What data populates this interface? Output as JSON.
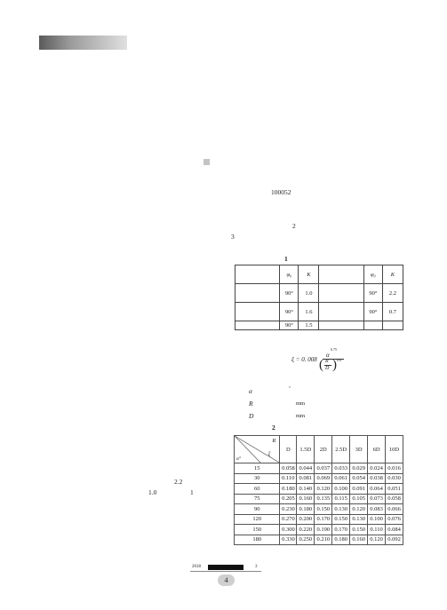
{
  "header": {
    "bar_label": ""
  },
  "body_text": {
    "postcode": "100052",
    "ref_2": "2",
    "ref_3": "3",
    "left_22": "2.2",
    "left_10": "1.0",
    "left_1": "1"
  },
  "table1": {
    "caption": "1",
    "header_phi": "φ₀",
    "header_k": "K",
    "rows": [
      {
        "a": "90°",
        "b": "1.0",
        "c": "90°",
        "d": "2.2"
      },
      {
        "a": "90°",
        "b": "1.6",
        "c": "90°",
        "d": "0.7"
      },
      {
        "a": "90°",
        "b": "1.5",
        "c": "",
        "d": ""
      }
    ]
  },
  "formula": {
    "lhs": "ξ = 0. 008",
    "numerator": "α",
    "numerator_exp": "0.75",
    "denominator_top": "R",
    "denominator_bottom": "D",
    "denominator_exp": "0.6"
  },
  "legend": {
    "alpha_sym": "α",
    "alpha_unit": "°",
    "r_sym": "R",
    "r_unit": "mm",
    "d_sym": "D",
    "d_unit": "mm"
  },
  "table2": {
    "caption": "2",
    "corner_r": "R",
    "corner_alpha": "α°",
    "corner_xi": "ξ",
    "columns": [
      "D",
      "1.5D",
      "2D",
      "2.5D",
      "3D",
      "6D",
      "10D"
    ],
    "rows": [
      {
        "alpha": "15",
        "vals": [
          "0.058",
          "0.044",
          "0.037",
          "0.033",
          "0.029",
          "0.024",
          "0.016"
        ]
      },
      {
        "alpha": "30",
        "vals": [
          "0.110",
          "0.081",
          "0.069",
          "0.061",
          "0.054",
          "0.038",
          "0.030"
        ]
      },
      {
        "alpha": "60",
        "vals": [
          "0.180",
          "0.140",
          "0.120",
          "0.100",
          "0.091",
          "0.064",
          "0.051"
        ]
      },
      {
        "alpha": "75",
        "vals": [
          "0.205",
          "0.160",
          "0.135",
          "0.115",
          "0.105",
          "0.073",
          "0.058"
        ]
      },
      {
        "alpha": "90",
        "vals": [
          "0.230",
          "0.180",
          "0.150",
          "0.130",
          "0.120",
          "0.083",
          "0.066"
        ]
      },
      {
        "alpha": "120",
        "vals": [
          "0.270",
          "0.200",
          "0.170",
          "0.150",
          "0.130",
          "0.100",
          "0.076"
        ]
      },
      {
        "alpha": "150",
        "vals": [
          "0.300",
          "0.220",
          "0.190",
          "0.170",
          "0.150",
          "0.110",
          "0.084"
        ]
      },
      {
        "alpha": "180",
        "vals": [
          "0.330",
          "0.250",
          "0.210",
          "0.180",
          "0.160",
          "0.120",
          "0.092"
        ]
      }
    ]
  },
  "footer": {
    "year": "2018",
    "issue": "3",
    "page": "4"
  }
}
